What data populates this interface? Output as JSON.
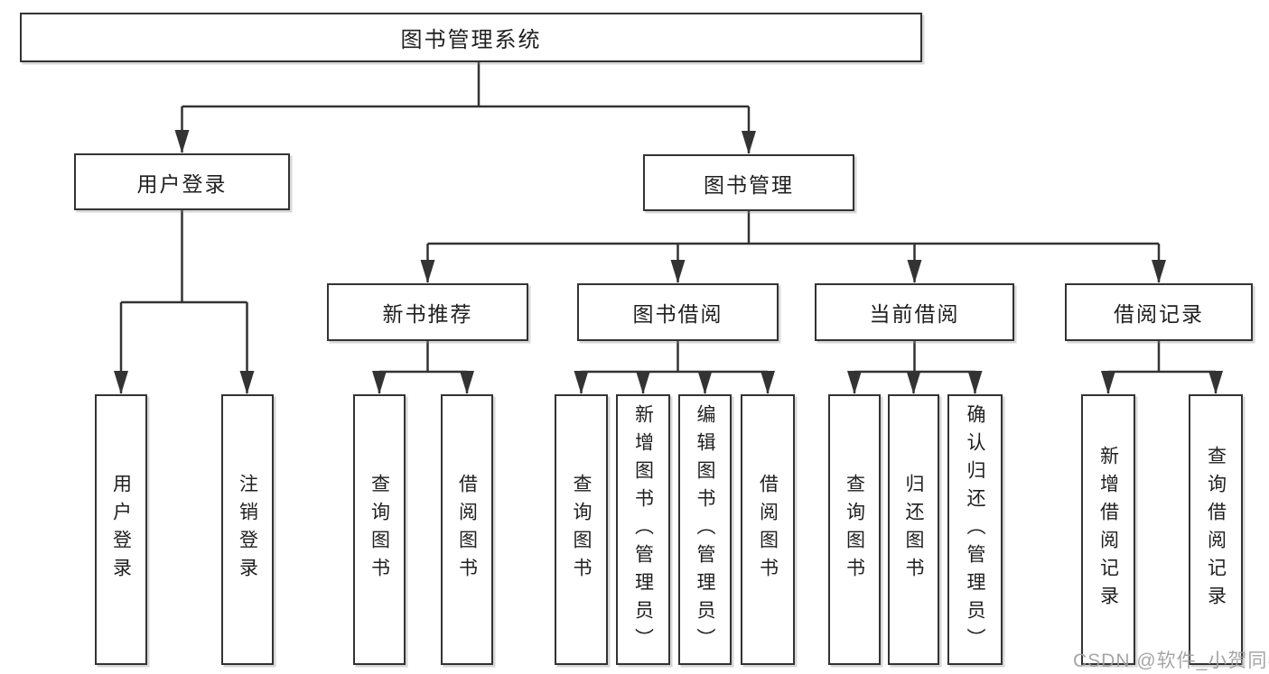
{
  "diagram": {
    "type": "hierarchy-tree",
    "title": "图书管理系统",
    "colors": {
      "line": "#333333",
      "text": "#1f1f1f",
      "background": "#ffffff",
      "watermark": "#9d9d9d"
    },
    "watermark": "CSDN @软件_小贺同学"
  },
  "nodes": {
    "root": "图书管理系统",
    "login": "用户登录",
    "manage": "图书管理",
    "login_user": "用户登录",
    "login_logout": "注销登录",
    "recommend": "新书推荐",
    "borrow": "图书借阅",
    "current": "当前借阅",
    "records": "借阅记录",
    "rec_query": "查询图书",
    "rec_borrow": "借阅图书",
    "bor_query": "查询图书",
    "bor_add": "新增图书（管理员）",
    "bor_edit": "编辑图书（管理员）",
    "bor_borrow": "借阅图书",
    "cur_query": "查询图书",
    "cur_return": "归还图书",
    "cur_confirm": "确认归还（管理员）",
    "log_add": "新增借阅记录",
    "log_query": "查询借阅记录"
  },
  "edges": [
    "root->login",
    "root->manage",
    "login->login_user",
    "login->login_logout",
    "manage->recommend",
    "manage->borrow",
    "manage->current",
    "manage->records",
    "recommend->rec_query",
    "recommend->rec_borrow",
    "borrow->bor_query",
    "borrow->bor_add",
    "borrow->bor_edit",
    "borrow->bor_borrow",
    "current->cur_query",
    "current->cur_return",
    "current->cur_confirm",
    "records->log_add",
    "records->log_query"
  ]
}
